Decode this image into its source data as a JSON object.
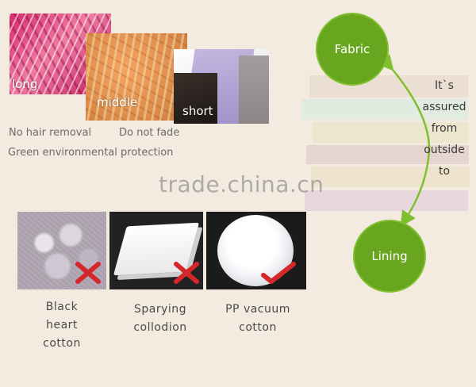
{
  "fur_samples": [
    {
      "label": "long"
    },
    {
      "label": "middle"
    },
    {
      "label": "short"
    }
  ],
  "features": {
    "line1_left": "No hair removal",
    "line1_right": "Do not fade",
    "line2": "Green environmental protection"
  },
  "watermark": "trade.china.cn",
  "layers": {
    "top": "Fabric",
    "bottom": "Lining",
    "assurance": [
      "It`s",
      "assured",
      "from",
      "outside",
      "to"
    ]
  },
  "fillers": [
    {
      "lines": [
        "Black",
        "heart",
        "cotton"
      ],
      "verdict": "cross-icon"
    },
    {
      "lines": [
        "Sparying",
        "collodion"
      ],
      "verdict": "cross-icon"
    },
    {
      "lines": [
        "PP vacuum",
        "cotton"
      ],
      "verdict": "check-icon"
    }
  ],
  "colors": {
    "circle_green": "#68a620",
    "cross_red": "#d4272a",
    "check_red": "#d4272a",
    "background": "#f4ebe0"
  }
}
